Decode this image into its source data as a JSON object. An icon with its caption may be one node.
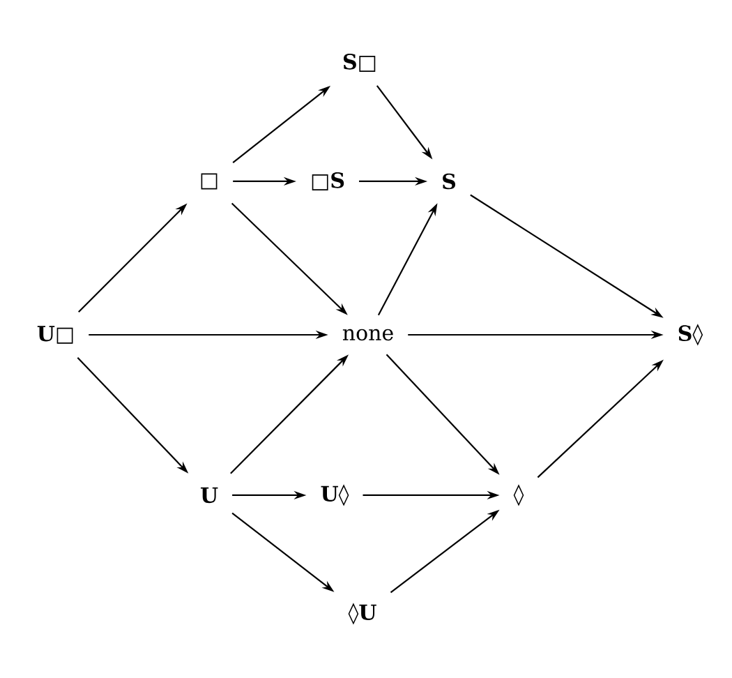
{
  "diagram": {
    "nodes": [
      {
        "text": [
          "S□"
        ]
      },
      {
        "text": [
          "□"
        ]
      },
      {
        "text": [
          "□S"
        ]
      },
      {
        "text": [
          "S"
        ]
      },
      {
        "text": [
          "U□"
        ]
      },
      {
        "text": [
          "none"
        ]
      },
      {
        "text": [
          "S◊"
        ]
      },
      {
        "text": [
          "U"
        ]
      },
      {
        "text": [
          "U◊"
        ]
      },
      {
        "text": [
          "◊"
        ]
      },
      {
        "text": [
          "◊U"
        ]
      }
    ],
    "edges": [
      {
        "from": 1,
        "to": 0,
        "arrow": "to"
      },
      {
        "from": 0,
        "to": 3,
        "arrow": "to"
      },
      {
        "from": 1,
        "to": 2,
        "arrow": "to"
      },
      {
        "from": 2,
        "to": 3,
        "arrow": "to"
      },
      {
        "from": 1,
        "to": 5,
        "arrow": "to"
      },
      {
        "from": 5,
        "to": 3,
        "arrow": "to"
      },
      {
        "from": 3,
        "to": 6,
        "arrow": "to"
      },
      {
        "from": 4,
        "to": 1,
        "arrow": "to"
      },
      {
        "from": 4,
        "to": 5,
        "arrow": "to"
      },
      {
        "from": 5,
        "to": 6,
        "arrow": "to"
      },
      {
        "from": 4,
        "to": 7,
        "arrow": "to"
      },
      {
        "from": 7,
        "to": 5,
        "arrow": "to"
      },
      {
        "from": 5,
        "to": 9,
        "arrow": "to"
      },
      {
        "from": 9,
        "to": 6,
        "arrow": "to"
      },
      {
        "from": 7,
        "to": 8,
        "arrow": "to"
      },
      {
        "from": 8,
        "to": 9,
        "arrow": "to"
      },
      {
        "from": 7,
        "to": 10,
        "arrow": "to"
      },
      {
        "from": 10,
        "to": 9,
        "arrow": "to"
      }
    ]
  }
}
